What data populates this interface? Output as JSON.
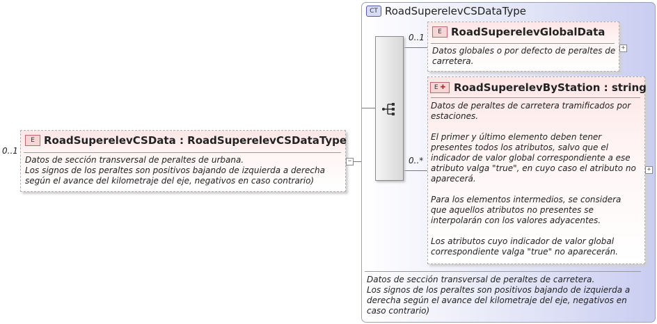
{
  "root": {
    "occurrence": "0..1",
    "tag": "E",
    "title": "RoadSuperelevCSData : RoadSuperelevCSDataType",
    "doc": [
      "Datos de sección transversal de peraltes de urbana.",
      "Los signos de los peraltes son positivos bajando de izquierda a derecha",
      "según el avance del kilometraje del eje, negativos en caso contrario)"
    ]
  },
  "complex_type": {
    "tag": "CT",
    "title": "RoadSuperelevCSDataType",
    "doc": [
      "Datos de sección transversal de peraltes de carretera.",
      "Los signos de los peraltes son positivos bajando de izquierda a",
      "derecha según el avance del kilometraje del eje, negativos en",
      "caso contrario)"
    ]
  },
  "global_data": {
    "occurrence": "0..1",
    "tag": "E",
    "title": "RoadSuperelevGlobalData",
    "doc": [
      "Datos globales o por defecto de peraltes de",
      "carretera."
    ]
  },
  "by_station": {
    "occurrence": "0..*",
    "tag": "E",
    "title": "RoadSuperelevByStation : string",
    "doc": [
      "Datos de peraltes de carretera tramificados por",
      "estaciones.",
      "",
      "El primer y último elemento deben tener",
      "presentes todos los atributos, salvo que el",
      "indicador de valor global correspondiente a ese",
      "atributo valga \"true\", en cuyo caso el atributo no",
      "aparecerá.",
      "",
      "Para los elementos intermedios, se considera",
      "que aquellos atributos no presentes se",
      "interpolarán con los valores adyacentes.",
      "",
      "Los atributos cuyo indicador de valor global",
      "correspondiente valga \"true\" no aparecerán."
    ]
  },
  "expanders": {
    "collapse": "−",
    "expand": "+"
  }
}
